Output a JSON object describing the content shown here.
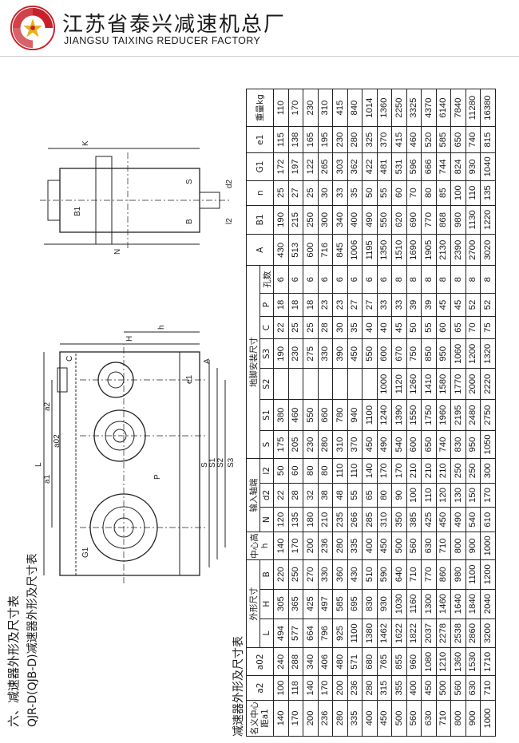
{
  "header": {
    "company_cn": "江苏省泰兴减速机总厂",
    "company_en": "JIANGSU TAIXING REDUCER FACTORY"
  },
  "section": {
    "title": "六、减速器外形及尺寸表",
    "subtitle": "QJR-D(QJB-D)减速器外形及尺寸表"
  },
  "drawing_labels": {
    "L": "L",
    "H": "H",
    "h": "h",
    "A": "A",
    "S": "S",
    "S1": "S1",
    "S2": "S2",
    "S3": "S3",
    "G1": "G1",
    "e1": "e1",
    "a1": "a1",
    "a2": "a2",
    "a02": "a02",
    "P": "P",
    "C": "C",
    "K": "K",
    "N": "N",
    "B": "B",
    "B1": "B1",
    "l2": "l2",
    "d2": "d2"
  },
  "table": {
    "title": "减速器外形及尺寸表",
    "groups": {
      "center": "名义中心距a1",
      "outer": "外形尺寸",
      "center_height": "中心高h",
      "input": "输入轴端",
      "foot": "地脚安装尺寸"
    },
    "cols": {
      "a2": "a2",
      "a02": "a02",
      "L": "L",
      "H": "H",
      "B": "B",
      "N": "N",
      "d2": "d2",
      "l2": "l2",
      "S": "S",
      "S1": "S1",
      "S2": "S2",
      "S3": "S3",
      "C": "C",
      "P": "P",
      "holes": "孔数",
      "A": "A",
      "B1": "B1",
      "n": "n",
      "G1": "G1",
      "e1": "e1",
      "weight": "重量kg"
    },
    "rows": [
      [
        "140",
        "100",
        "240",
        "494",
        "305",
        "220",
        "140",
        "120",
        "22",
        "50",
        "175",
        "380",
        "",
        "190",
        "22",
        "18",
        "6",
        "430",
        "190",
        "25",
        "172",
        "115",
        "110"
      ],
      [
        "170",
        "118",
        "288",
        "577",
        "365",
        "250",
        "170",
        "135",
        "28",
        "60",
        "205",
        "460",
        "",
        "230",
        "25",
        "18",
        "6",
        "513",
        "215",
        "27",
        "197",
        "138",
        "170"
      ],
      [
        "200",
        "140",
        "340",
        "664",
        "425",
        "270",
        "200",
        "180",
        "32",
        "80",
        "230",
        "550",
        "",
        "275",
        "25",
        "18",
        "6",
        "600",
        "250",
        "25",
        "122",
        "165",
        "230"
      ],
      [
        "236",
        "170",
        "406",
        "796",
        "497",
        "330",
        "236",
        "210",
        "38",
        "80",
        "280",
        "660",
        "",
        "330",
        "28",
        "23",
        "6",
        "716",
        "300",
        "30",
        "265",
        "195",
        "310"
      ],
      [
        "280",
        "200",
        "480",
        "925",
        "585",
        "360",
        "280",
        "235",
        "48",
        "110",
        "310",
        "780",
        "",
        "390",
        "30",
        "23",
        "6",
        "845",
        "340",
        "33",
        "303",
        "230",
        "415"
      ],
      [
        "335",
        "236",
        "571",
        "1100",
        "695",
        "430",
        "335",
        "266",
        "55",
        "110",
        "370",
        "940",
        "",
        "450",
        "35",
        "27",
        "6",
        "1006",
        "400",
        "35",
        "362",
        "280",
        "840"
      ],
      [
        "400",
        "280",
        "680",
        "1380",
        "830",
        "510",
        "400",
        "285",
        "65",
        "140",
        "450",
        "1100",
        "",
        "550",
        "40",
        "27",
        "6",
        "1195",
        "490",
        "50",
        "422",
        "325",
        "1014"
      ],
      [
        "450",
        "315",
        "765",
        "1462",
        "930",
        "590",
        "450",
        "310",
        "80",
        "170",
        "490",
        "1240",
        "1000",
        "600",
        "40",
        "33",
        "6",
        "1350",
        "550",
        "55",
        "481",
        "370",
        "1360"
      ],
      [
        "500",
        "355",
        "855",
        "1622",
        "1030",
        "640",
        "500",
        "350",
        "90",
        "170",
        "540",
        "1390",
        "1120",
        "670",
        "45",
        "33",
        "8",
        "1510",
        "620",
        "60",
        "531",
        "415",
        "2250"
      ],
      [
        "560",
        "400",
        "960",
        "1822",
        "1160",
        "710",
        "560",
        "385",
        "100",
        "210",
        "600",
        "1550",
        "1260",
        "750",
        "50",
        "39",
        "8",
        "1690",
        "690",
        "70",
        "596",
        "460",
        "3325"
      ],
      [
        "630",
        "450",
        "1080",
        "2037",
        "1300",
        "770",
        "630",
        "425",
        "110",
        "210",
        "650",
        "1750",
        "1410",
        "850",
        "55",
        "39",
        "8",
        "1905",
        "770",
        "80",
        "666",
        "520",
        "4370"
      ],
      [
        "710",
        "500",
        "1210",
        "2278",
        "1460",
        "860",
        "710",
        "450",
        "120",
        "210",
        "740",
        "1960",
        "1580",
        "950",
        "60",
        "45",
        "8",
        "2130",
        "868",
        "85",
        "744",
        "585",
        "6140"
      ],
      [
        "800",
        "560",
        "1360",
        "2538",
        "1640",
        "980",
        "800",
        "490",
        "130",
        "250",
        "830",
        "2195",
        "1770",
        "1060",
        "65",
        "45",
        "8",
        "2390",
        "980",
        "100",
        "824",
        "650",
        "7840"
      ],
      [
        "900",
        "630",
        "1530",
        "2860",
        "1840",
        "1100",
        "900",
        "540",
        "150",
        "250",
        "950",
        "2480",
        "2000",
        "1200",
        "70",
        "52",
        "8",
        "2700",
        "1130",
        "110",
        "930",
        "740",
        "11280"
      ],
      [
        "1000",
        "710",
        "1710",
        "3200",
        "2040",
        "1200",
        "1000",
        "610",
        "170",
        "300",
        "1050",
        "2750",
        "2220",
        "1320",
        "75",
        "52",
        "8",
        "3020",
        "1220",
        "135",
        "1040",
        "815",
        "16380"
      ]
    ]
  }
}
